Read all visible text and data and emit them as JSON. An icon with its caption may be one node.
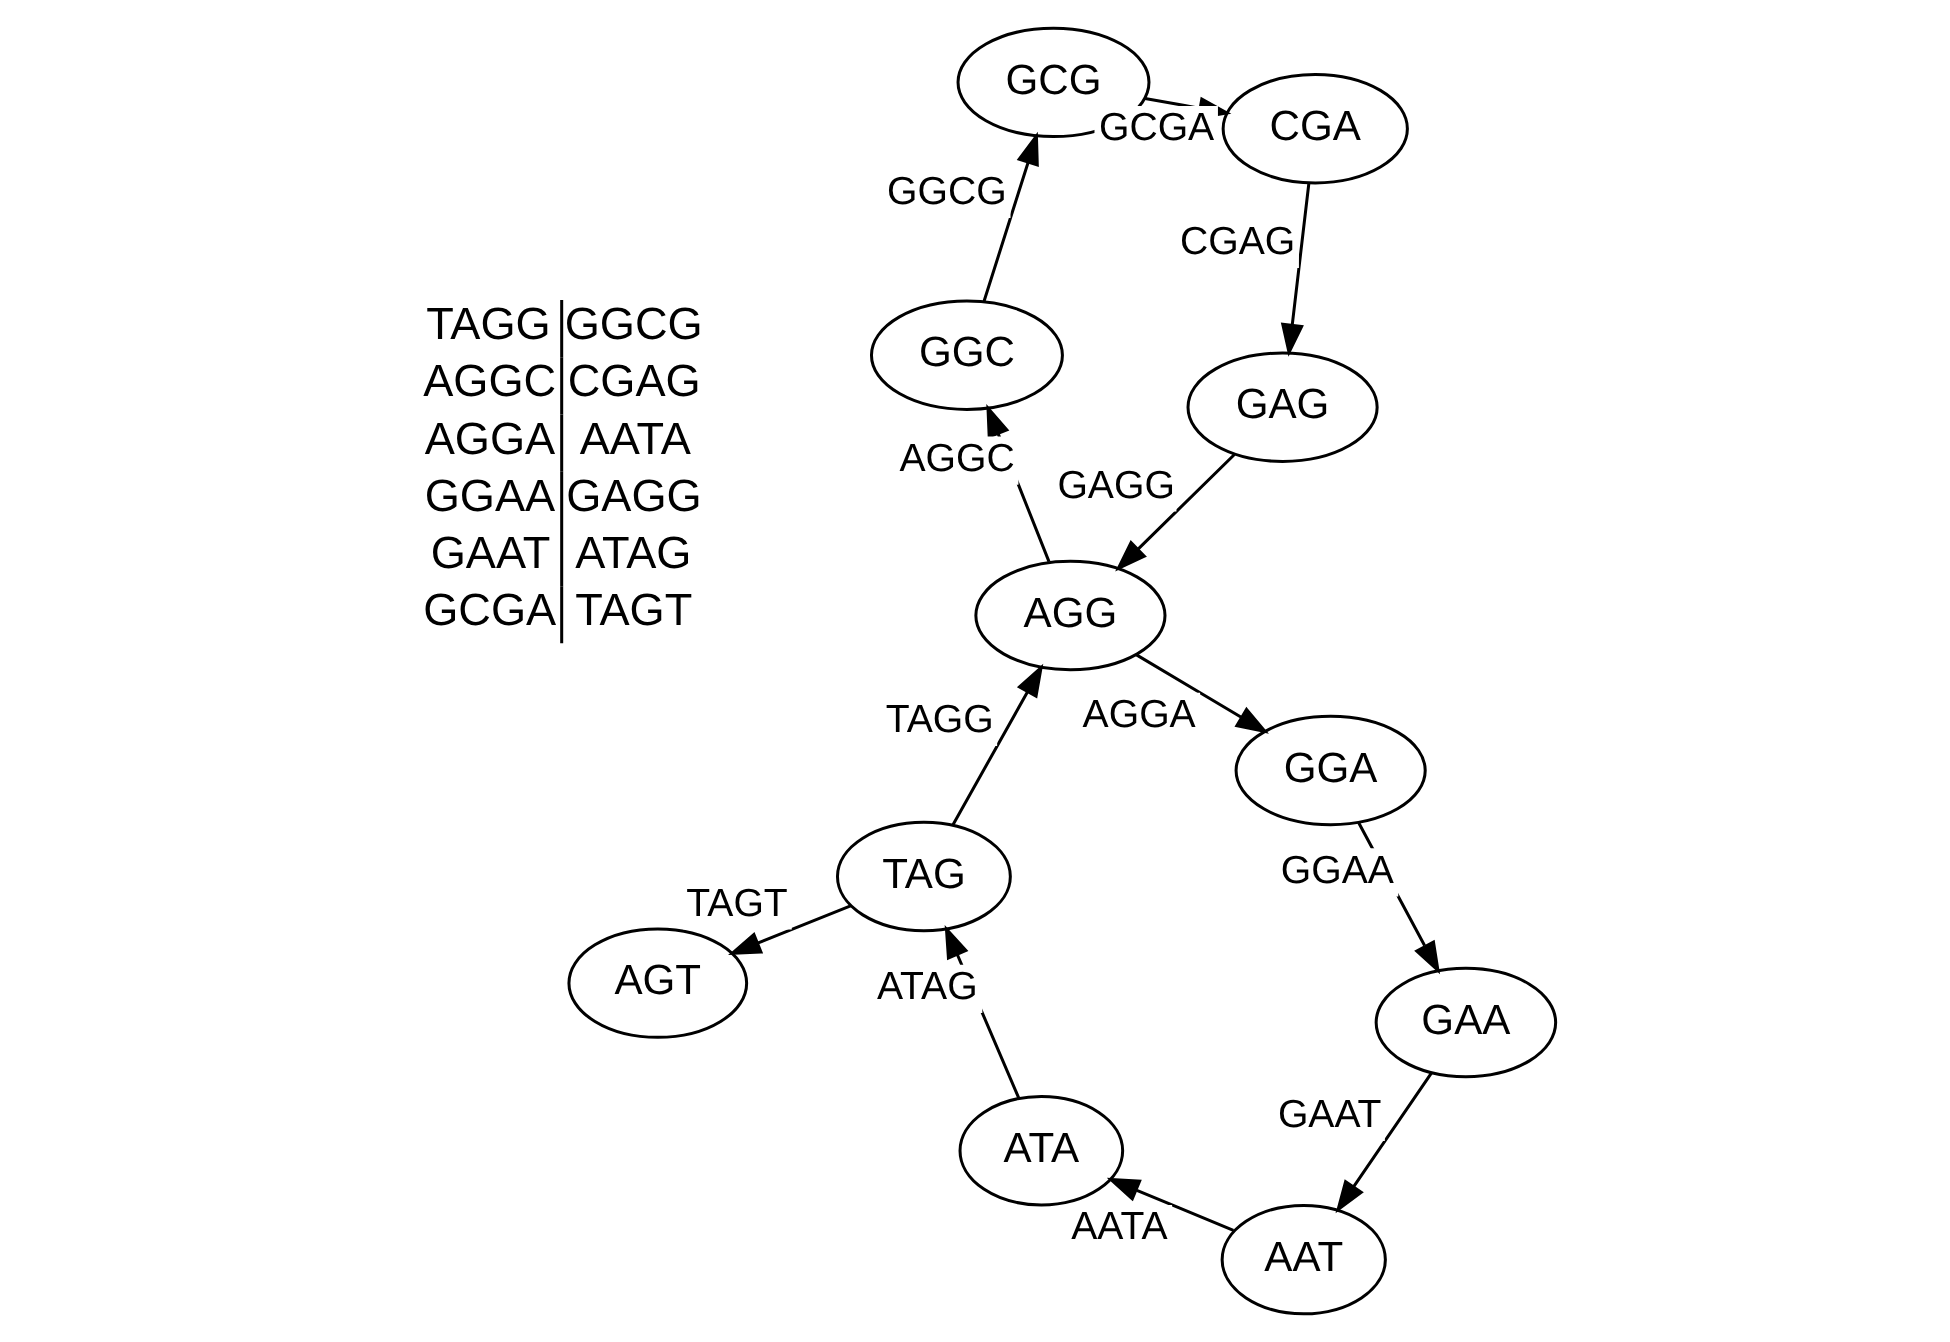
{
  "diagram": {
    "nodes": [
      {
        "text": [
          "GCG"
        ]
      },
      {
        "text": [
          "CGA"
        ]
      },
      {
        "text": [
          "GGC"
        ]
      },
      {
        "text": [
          "GAG"
        ]
      },
      {
        "text": [
          "AGG"
        ]
      },
      {
        "text": [
          "TAG"
        ]
      },
      {
        "text": [
          "AGT"
        ]
      },
      {
        "text": [
          "GGA"
        ]
      },
      {
        "text": [
          "ATA"
        ]
      },
      {
        "text": [
          "GAA"
        ]
      },
      {
        "text": [
          "AAT"
        ]
      }
    ],
    "edges": [
      {
        "from": 0,
        "to": 1,
        "arrow": "to",
        "label": "GCGA"
      },
      {
        "from": 1,
        "to": 3,
        "arrow": "to",
        "label": "CGAG"
      },
      {
        "from": 2,
        "to": 0,
        "arrow": "to",
        "label": "GGCG"
      },
      {
        "from": 3,
        "to": 4,
        "arrow": "to",
        "label": "GAGG"
      },
      {
        "from": 4,
        "to": 2,
        "arrow": "to",
        "label": "AGGC"
      },
      {
        "from": 5,
        "to": 4,
        "arrow": "to",
        "label": "TAGG"
      },
      {
        "from": 4,
        "to": 7,
        "arrow": "to",
        "label": "AGGA"
      },
      {
        "from": 5,
        "to": 6,
        "arrow": "to",
        "label": "TAGT"
      },
      {
        "from": 7,
        "to": 9,
        "arrow": "to",
        "label": "GGAA"
      },
      {
        "from": 8,
        "to": 5,
        "arrow": "to",
        "label": "ATAG"
      },
      {
        "from": 9,
        "to": 10,
        "arrow": "to",
        "label": "GAAT"
      },
      {
        "from": 10,
        "to": 8,
        "arrow": "to",
        "label": "AATA"
      }
    ],
    "labels": [
      "TAGG",
      "GGCG",
      "AGGC",
      "CGAG",
      "AGGA",
      "AATA",
      "GGAA",
      "GAGG",
      "GAAT",
      "ATAG",
      "GCGA",
      "TAGT"
    ]
  }
}
